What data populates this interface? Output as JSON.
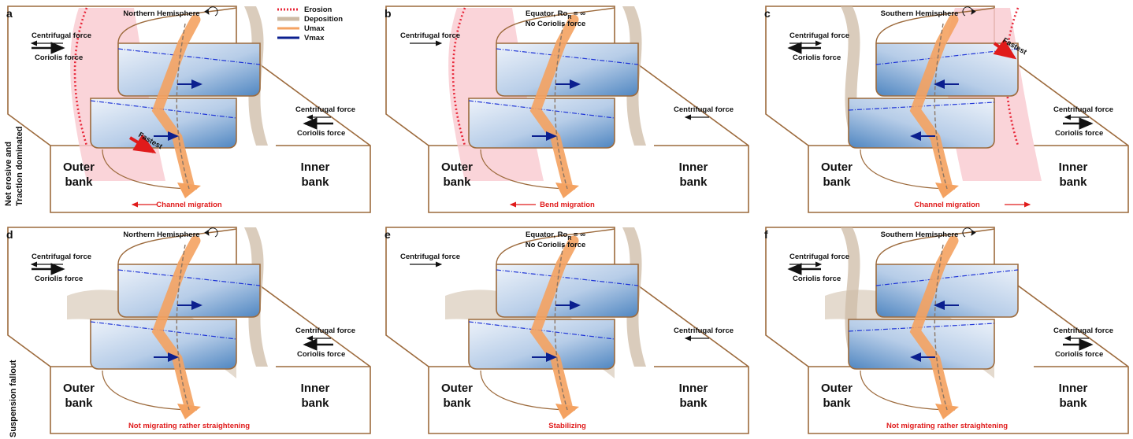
{
  "legend": {
    "erosion": "Erosion",
    "deposition": "Deposition",
    "umax": "Umax",
    "vmax": "Vmax",
    "colors": {
      "erosion": "#e8283a",
      "deposition": "#cdbba5",
      "umax": "#f4a261",
      "vmax": "#0b1f8f"
    }
  },
  "row_labels": {
    "top": "Net erosive and Traction dominated",
    "bottom": "Suspension fallout"
  },
  "common": {
    "outer_bank_1": "Outer",
    "outer_bank_2": "bank",
    "inner_bank_1": "Inner",
    "inner_bank_2": "bank",
    "centrifugal": "Centrifugal force",
    "coriolis": "Coriolis force",
    "fastest": "Fastest"
  },
  "panels": [
    {
      "letter": "a",
      "title": "Northern Hemisphere",
      "subtitle": "",
      "caption": "Channel migration",
      "hemisphere": "N",
      "row": "top"
    },
    {
      "letter": "b",
      "title": "Equator, Ro",
      "title_sub": "R",
      "title_tail": " = ∞",
      "subtitle": "No Coriolis force",
      "caption": "Bend migration",
      "hemisphere": "E",
      "row": "top"
    },
    {
      "letter": "c",
      "title": "Southern Hemisphere",
      "subtitle": "",
      "caption": "Channel migration",
      "hemisphere": "S",
      "row": "top"
    },
    {
      "letter": "d",
      "title": "Northern Hemisphere",
      "subtitle": "",
      "caption": "Not migrating rather straightening",
      "hemisphere": "N",
      "row": "bottom"
    },
    {
      "letter": "e",
      "title": "Equator, Ro",
      "title_sub": "R",
      "title_tail": " = ∞",
      "subtitle": "No Coriolis force",
      "caption": "Stabilizing",
      "hemisphere": "E",
      "row": "bottom"
    },
    {
      "letter": "f",
      "title": "Southern Hemisphere",
      "subtitle": "",
      "caption": "Not migrating rather straightening",
      "hemisphere": "S",
      "row": "bottom"
    }
  ]
}
